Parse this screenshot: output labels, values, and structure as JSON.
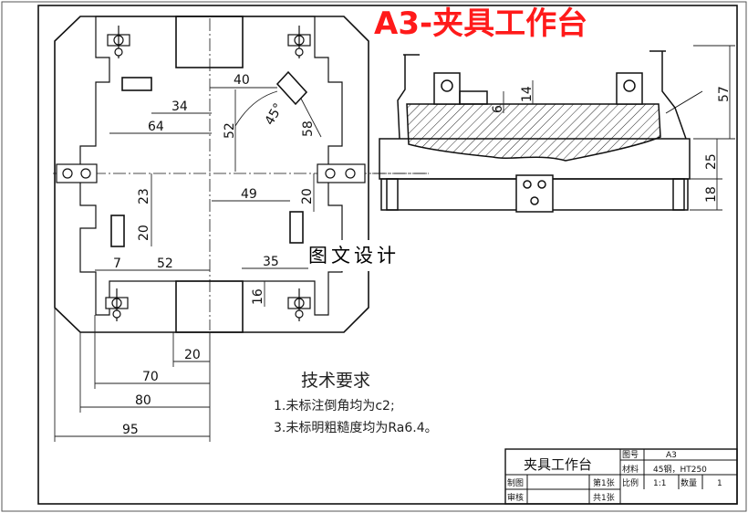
{
  "banner_title": "A3-夹具工作台",
  "watermark": "图文设计",
  "tech_requirements": {
    "heading": "技术要求",
    "lines": [
      "1.未标注倒角均为c2;",
      "3.未标明粗糙度均为Ra6.4。"
    ]
  },
  "plan_view_dims": {
    "d40": "40",
    "d34": "34",
    "d64": "64",
    "d52_vertical": "52",
    "d45": "45°",
    "d58": "58",
    "d23": "23",
    "d49": "49",
    "d20_right": "20",
    "d20_left": "20",
    "d7": "7",
    "d52_horizontal": "52",
    "d35": "35",
    "d16": "16",
    "d20_bottom": "20",
    "d70": "70",
    "d80": "80",
    "d95": "95"
  },
  "side_view_dims": {
    "d6": "6",
    "d14": "14",
    "d57": "57",
    "d25": "25",
    "d18": "18"
  },
  "title_block": {
    "part_name": "夹具工作台",
    "drawing_no_label": "图号",
    "drawing_no": "A3",
    "material_label": "材料",
    "material": "45钢，HT250",
    "sheet_of": "第1张",
    "sheet_total": "共1张",
    "scale_label": "比例",
    "scale": "1:1",
    "qty_label": "数量",
    "qty": "1",
    "drawn_label": "制图",
    "checked_label": "审核"
  }
}
